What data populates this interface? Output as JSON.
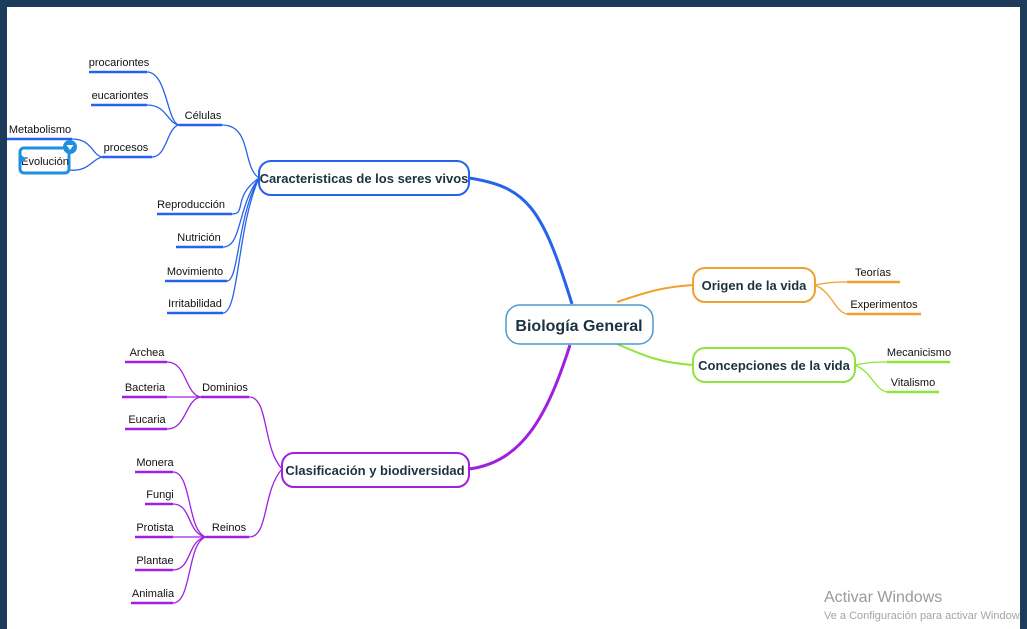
{
  "colors": {
    "blue": "#2563eb",
    "orange": "#f0a030",
    "green": "#8fe43a",
    "purple": "#a020e0",
    "center_border": "#4a9ad4",
    "selection": "#1e90e0"
  },
  "mindmap": {
    "central": "Biología General",
    "caracteristicas": {
      "label": "Caracteristicas de los seres vivos",
      "celulas": "Células",
      "procariontes": "procariontes",
      "eucariontes": "eucariontes",
      "procesos": "procesos",
      "metabolismo": "Metabolismo",
      "evolucion": "Evolución",
      "reproduccion": "Reproducción",
      "nutricion": "Nutrición",
      "movimiento": "Movimiento",
      "irritabilidad": "Irritabilidad"
    },
    "clasificacion": {
      "label": "Clasificación y biodiversidad",
      "dominios": "Dominios",
      "archea": "Archea",
      "bacteria": "Bacteria",
      "eucaria": "Eucaria",
      "reinos": "Reinos",
      "monera": "Monera",
      "fungi": "Fungi",
      "protista": "Protista",
      "plantae": "Plantae",
      "animalia": "Animalia"
    },
    "origen": {
      "label": "Origen de la vida",
      "teorias": "Teorías",
      "experimentos": "Experimentos"
    },
    "concepciones": {
      "label": "Concepciones de la vida",
      "mecanicismo": "Mecanicismo",
      "vitalismo": "Vitalismo"
    }
  },
  "watermark": {
    "line1": "Activar Windows",
    "line2": "Ve a Configuración para activar Windows."
  }
}
